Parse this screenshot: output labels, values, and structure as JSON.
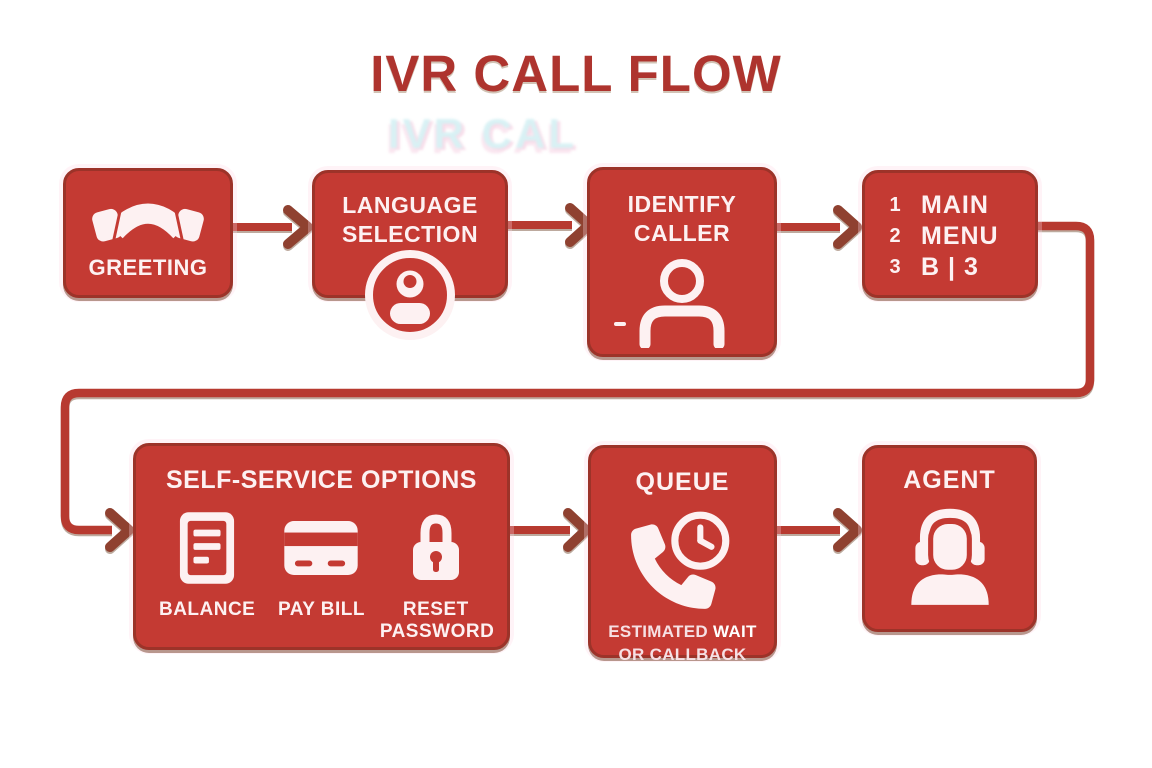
{
  "title": "IVR CALL FLOW",
  "ghost_echo": "IVR CAL",
  "colors": {
    "box_red": "#c43a33",
    "box_border": "#9c3329",
    "edge_brown": "#7d4b36",
    "arrow_red": "#b73a30",
    "arrow_dark": "#8f4130",
    "text_light": "#fdf1f2",
    "title_red": "#ae342e"
  },
  "nodes": {
    "greeting": {
      "label": "GREETING",
      "icon": "phone-handset-icon"
    },
    "language": {
      "label": "LANGUAGE SELECTION",
      "icon": "person-circle-icon"
    },
    "identify": {
      "label": "IDENTIFY CALLER",
      "icon": "person-outline-icon"
    },
    "main_menu": {
      "rows": [
        {
          "num": "1",
          "text": "MAIN"
        },
        {
          "num": "2",
          "text": "MENU"
        },
        {
          "num": "3",
          "text": "B | 3"
        }
      ]
    },
    "self_service": {
      "title": "SELF-SERVICE OPTIONS",
      "options": [
        {
          "label": "BALANCE",
          "icon": "statement-icon"
        },
        {
          "label": "PAY BILL",
          "icon": "credit-card-icon"
        },
        {
          "label": "RESET PASSWORD",
          "icon": "padlock-icon"
        }
      ]
    },
    "queue": {
      "title": "QUEUE",
      "icon": "phone-clock-icon",
      "subtitle": {
        "prefix": "ESTIMATED",
        "highlight": "WAIT",
        "line2": "OR CALLBACK"
      }
    },
    "agent": {
      "title": "AGENT",
      "icon": "support-agent-icon"
    }
  }
}
